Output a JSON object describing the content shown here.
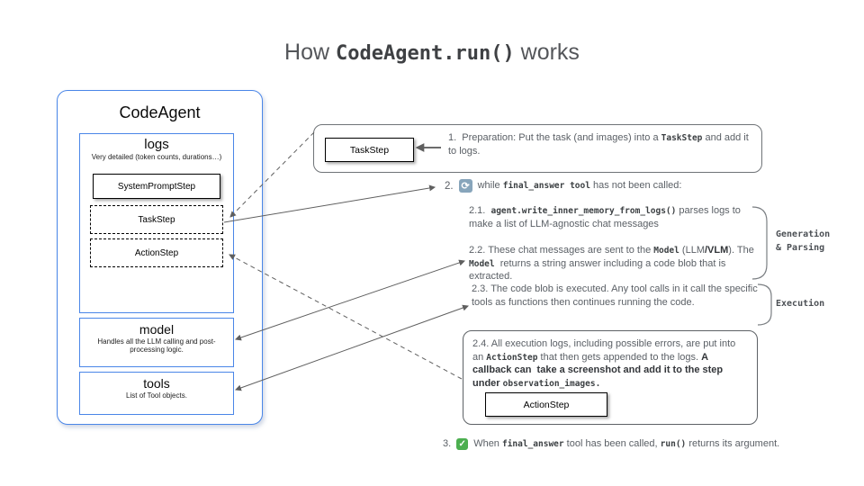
{
  "title": {
    "prefix": "How ",
    "code": "CodeAgent.run()",
    "suffix": " works"
  },
  "colors": {
    "accent_blue": "#4a86e8",
    "loop_icon_bg": "#87a5bb",
    "check_icon_bg": "#4caf50"
  },
  "agent": {
    "name": "CodeAgent",
    "logs": {
      "title": "logs",
      "subtitle": "Very detailed (token counts, durations…)",
      "steps": [
        "SystemPromptStep",
        "TaskStep",
        "ActionStep"
      ]
    },
    "model": {
      "title": "model",
      "subtitle": "Handles all the LLM calling and post-processing logic."
    },
    "tools": {
      "title": "tools",
      "subtitle": "List of Tool objects."
    }
  },
  "steps": {
    "step1": {
      "chip": "TaskStep",
      "text": [
        {
          "t": "1.  Preparation: Put the task (and images) into a ",
          "s": "p"
        },
        {
          "t": "TaskStep",
          "s": "m"
        },
        {
          "t": " and add it to logs.",
          "s": "p"
        }
      ]
    },
    "step2": {
      "num": "2.",
      "icon": "loop-icon",
      "icon_glyph": "⟳",
      "text": [
        {
          "t": "while ",
          "s": "p"
        },
        {
          "t": "final_answer tool",
          "s": "m"
        },
        {
          "t": " has not been called:",
          "s": "p"
        }
      ]
    },
    "step21": [
      {
        "t": "2.1.  ",
        "s": "p"
      },
      {
        "t": "agent.write_inner_memory_from_logs()",
        "s": "m"
      },
      {
        "t": " parses logs to make a list of LLM-agnostic chat messages",
        "s": "p"
      }
    ],
    "step22": [
      {
        "t": "2.2. These chat messages are sent to the ",
        "s": "p"
      },
      {
        "t": "Model",
        "s": "m"
      },
      {
        "t": " (LLM",
        "s": "p"
      },
      {
        "t": "/VLM",
        "s": "b"
      },
      {
        "t": "). The ",
        "s": "p"
      },
      {
        "t": "Model",
        "s": "m"
      },
      {
        "t": "  returns a string answer including a code blob that is extracted.",
        "s": "p"
      }
    ],
    "generation_label": [
      "Generation",
      "& Parsing"
    ],
    "step23": [
      {
        "t": "2.3. The code blob is executed. Any tool calls in it call the specific tools as functions then continues running the code.",
        "s": "p"
      }
    ],
    "execution_label": "Execution",
    "step24": {
      "text": [
        {
          "t": "2.4. All execution logs, including possible errors, are put into an ",
          "s": "p"
        },
        {
          "t": "ActionStep",
          "s": "m"
        },
        {
          "t": " that then gets appended to the logs. ",
          "s": "p"
        },
        {
          "t": "A callback can  take a screenshot and add it to the step under ",
          "s": "b"
        },
        {
          "t": "observation_images.",
          "s": "m"
        }
      ],
      "chip": "ActionStep"
    },
    "step3": {
      "num": "3.",
      "icon": "check-icon",
      "icon_glyph": "✓",
      "text": [
        {
          "t": "When ",
          "s": "p"
        },
        {
          "t": "final_answer",
          "s": "m"
        },
        {
          "t": " tool has been called, ",
          "s": "p"
        },
        {
          "t": "run()",
          "s": "m"
        },
        {
          "t": " returns its argument.",
          "s": "p"
        }
      ]
    }
  }
}
